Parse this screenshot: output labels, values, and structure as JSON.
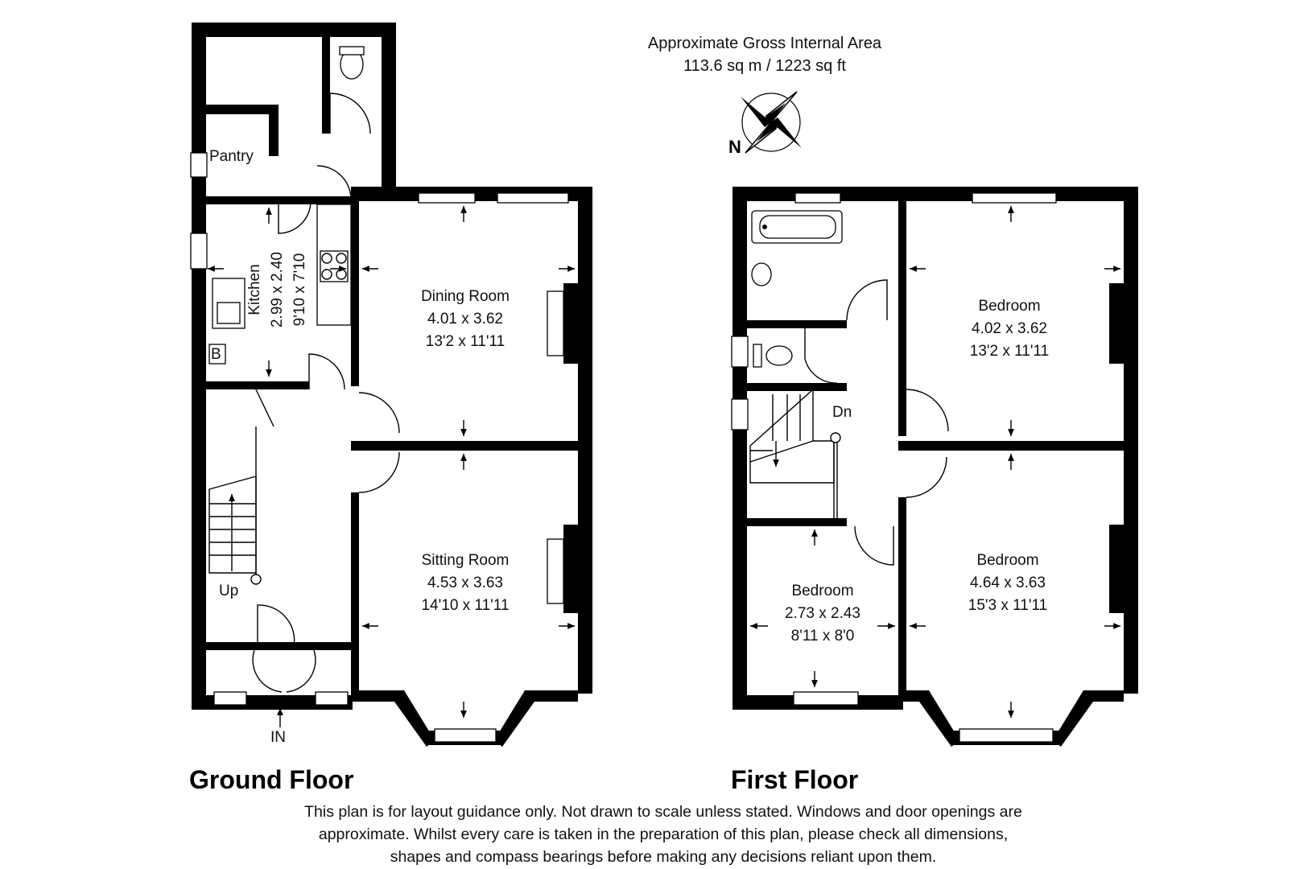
{
  "header": {
    "area_title": "Approximate Gross Internal Area",
    "area_value": "113.6 sq m / 1223 sq ft"
  },
  "compass": {
    "north_label": "N",
    "icon": "compass-rose-icon"
  },
  "ground_floor": {
    "title": "Ground Floor",
    "pantry": "Pantry",
    "boiler": "B",
    "stairs_up": "Up",
    "entrance": "IN",
    "kitchen": {
      "name": "Kitchen",
      "metric": "2.99 x 2.40",
      "imperial": "9'10 x 7'10"
    },
    "dining_room": {
      "name": "Dining Room",
      "metric": "4.01 x 3.62",
      "imperial": "13'2 x 11'11"
    },
    "sitting_room": {
      "name": "Sitting Room",
      "metric": "4.53 x 3.63",
      "imperial": "14'10 x 11'11"
    }
  },
  "first_floor": {
    "title": "First Floor",
    "stairs_down": "Dn",
    "bedroom_rear": {
      "name": "Bedroom",
      "metric": "4.02 x 3.62",
      "imperial": "13'2 x 11'11"
    },
    "bedroom_front": {
      "name": "Bedroom",
      "metric": "4.64 x 3.63",
      "imperial": "15'3 x 11'11"
    },
    "bedroom_small": {
      "name": "Bedroom",
      "metric": "2.73 x 2.43",
      "imperial": "8'11 x 8'0"
    }
  },
  "disclaimer": [
    "This plan is for layout guidance only. Not drawn to scale unless stated. Windows and door openings are",
    "approximate. Whilst every care is taken in the preparation of this plan, please check all dimensions,",
    "shapes and compass bearings before making any decisions reliant upon them."
  ]
}
